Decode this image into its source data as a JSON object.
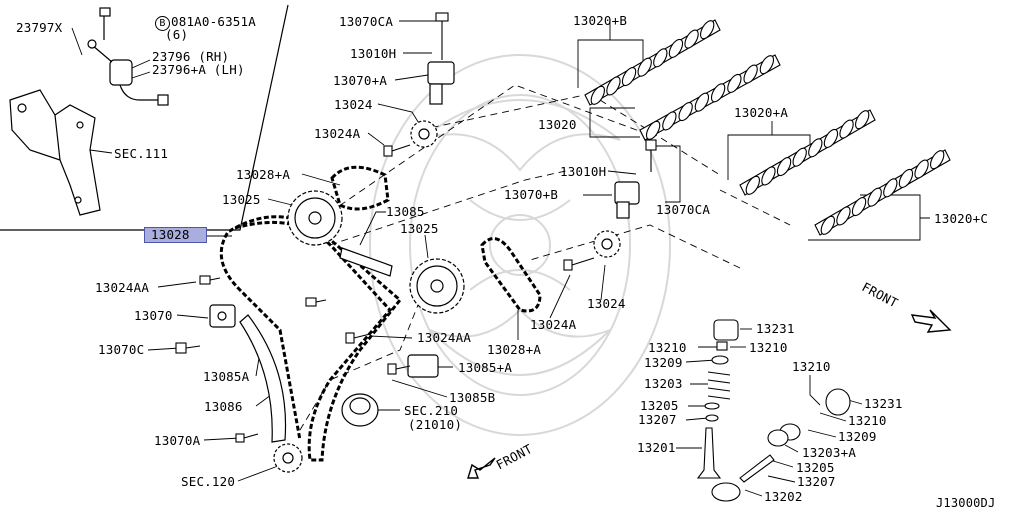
{
  "diagram": {
    "watermark": "NISSAN watermark crest",
    "reference_code": "J13000DJ",
    "highlighted_part": "13028",
    "callouts": [
      {
        "id": "p23797x",
        "text": "23797X"
      },
      {
        "id": "bolt_b",
        "text": "081A0-6351A"
      },
      {
        "id": "bolt_b_qty",
        "text": "(6)"
      },
      {
        "id": "p23796",
        "text": "23796   (RH)"
      },
      {
        "id": "p23796a",
        "text": "23796+A (LH)"
      },
      {
        "id": "sec111",
        "text": "SEC.111"
      },
      {
        "id": "p13070ca_top",
        "text": "13070CA"
      },
      {
        "id": "p13010h_top",
        "text": "13010H"
      },
      {
        "id": "p13070a_top",
        "text": "13070+A"
      },
      {
        "id": "p13024_top",
        "text": "13024"
      },
      {
        "id": "p13024a_top",
        "text": "13024A"
      },
      {
        "id": "p13028a_top",
        "text": "13028+A"
      },
      {
        "id": "p13025_left",
        "text": "13025"
      },
      {
        "id": "p13028",
        "text": "13028"
      },
      {
        "id": "p13085_top",
        "text": "13085"
      },
      {
        "id": "p13025_mid",
        "text": "13025"
      },
      {
        "id": "p13024aa_left",
        "text": "13024AA"
      },
      {
        "id": "p13070",
        "text": "13070"
      },
      {
        "id": "p13070c",
        "text": "13070C"
      },
      {
        "id": "p13085a",
        "text": "13085A"
      },
      {
        "id": "p13086",
        "text": "13086"
      },
      {
        "id": "p13070a_low",
        "text": "13070A"
      },
      {
        "id": "sec120",
        "text": "SEC.120"
      },
      {
        "id": "p13024aa_mid",
        "text": "13024AA"
      },
      {
        "id": "p13085a_plus",
        "text": "13085+A"
      },
      {
        "id": "p13085b",
        "text": "13085B"
      },
      {
        "id": "sec210",
        "text": "SEC.210"
      },
      {
        "id": "sec210_num",
        "text": "(21010)"
      },
      {
        "id": "p13028a_mid",
        "text": "13028+A"
      },
      {
        "id": "p13024a_mid",
        "text": "13024A"
      },
      {
        "id": "p13024_mid",
        "text": "13024"
      },
      {
        "id": "p13020b",
        "text": "13020+B"
      },
      {
        "id": "p13020",
        "text": "13020"
      },
      {
        "id": "p13020a",
        "text": "13020+A"
      },
      {
        "id": "p13020c",
        "text": "13020+C"
      },
      {
        "id": "p13010h_mid",
        "text": "13010H"
      },
      {
        "id": "p13070b",
        "text": "13070+B"
      },
      {
        "id": "p13070ca_mid",
        "text": "13070CA"
      },
      {
        "id": "p13231_a",
        "text": "13231"
      },
      {
        "id": "p13210_a",
        "text": "13210"
      },
      {
        "id": "p13210_b",
        "text": "13210"
      },
      {
        "id": "p13209_a",
        "text": "13209"
      },
      {
        "id": "p13203",
        "text": "13203"
      },
      {
        "id": "p13205_a",
        "text": "13205"
      },
      {
        "id": "p13207_a",
        "text": "13207"
      },
      {
        "id": "p13201",
        "text": "13201"
      },
      {
        "id": "p13210_c",
        "text": "13210"
      },
      {
        "id": "p13231_b",
        "text": "13231"
      },
      {
        "id": "p13210_d",
        "text": "13210"
      },
      {
        "id": "p13209_b",
        "text": "13209"
      },
      {
        "id": "p13203a",
        "text": "13203+A"
      },
      {
        "id": "p13205_b",
        "text": "13205"
      },
      {
        "id": "p13207_b",
        "text": "13207"
      },
      {
        "id": "p13202",
        "text": "13202"
      },
      {
        "id": "front_right",
        "text": "FRONT"
      },
      {
        "id": "front_lower",
        "text": "FRONT"
      }
    ]
  },
  "colors": {
    "line": "#000000",
    "highlight_fill": "#a9aedf",
    "highlight_border": "#4f57a8",
    "watermark": "#d8d8d8"
  }
}
